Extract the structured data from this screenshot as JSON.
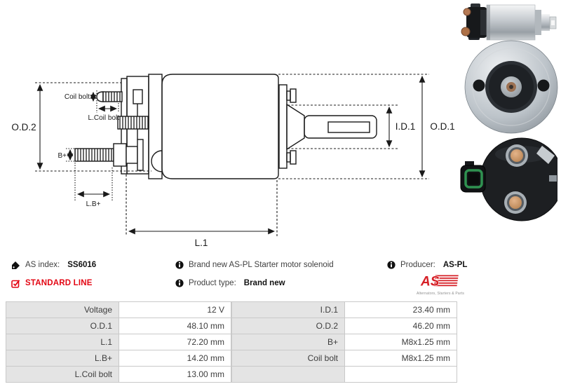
{
  "colors": {
    "brand_red": "#e30613",
    "logo_red": "#d61f26",
    "drawing_line": "#1a1a1a",
    "table_label_bg": "#e4e4e4",
    "table_border": "#c9c9c9"
  },
  "drawing": {
    "labels": {
      "od2": "O.D.2",
      "coil_bolt": "Coil bolt",
      "l_coil_bolt": "L.Coil bolt",
      "b_plus": "B+",
      "l_b_plus": "L.B+",
      "l1": "L.1",
      "id1": "I.D.1",
      "od1": "O.D.1"
    }
  },
  "info": {
    "as_index_label": "AS index:",
    "as_index_value": "SS6016",
    "standard_line": "STANDARD LINE",
    "description": "Brand new AS-PL Starter motor solenoid",
    "product_type_label": "Product type:",
    "product_type_value": "Brand new",
    "producer_label": "Producer:",
    "producer_value": "AS-PL"
  },
  "logo": {
    "text": "AS",
    "tagline": "Alternators, Starters & Parts"
  },
  "specs": {
    "left": [
      {
        "label": "Voltage",
        "value": "12 V"
      },
      {
        "label": "O.D.1",
        "value": "48.10 mm"
      },
      {
        "label": "L.1",
        "value": "72.20 mm"
      },
      {
        "label": "L.B+",
        "value": "14.20 mm"
      },
      {
        "label": "L.Coil bolt",
        "value": "13.00 mm"
      }
    ],
    "right": [
      {
        "label": "I.D.1",
        "value": "23.40 mm"
      },
      {
        "label": "O.D.2",
        "value": "46.20 mm"
      },
      {
        "label": "B+",
        "value": "M8x1.25 mm"
      },
      {
        "label": "Coil bolt",
        "value": "M8x1.25 mm"
      },
      {
        "label": "",
        "value": ""
      }
    ]
  }
}
